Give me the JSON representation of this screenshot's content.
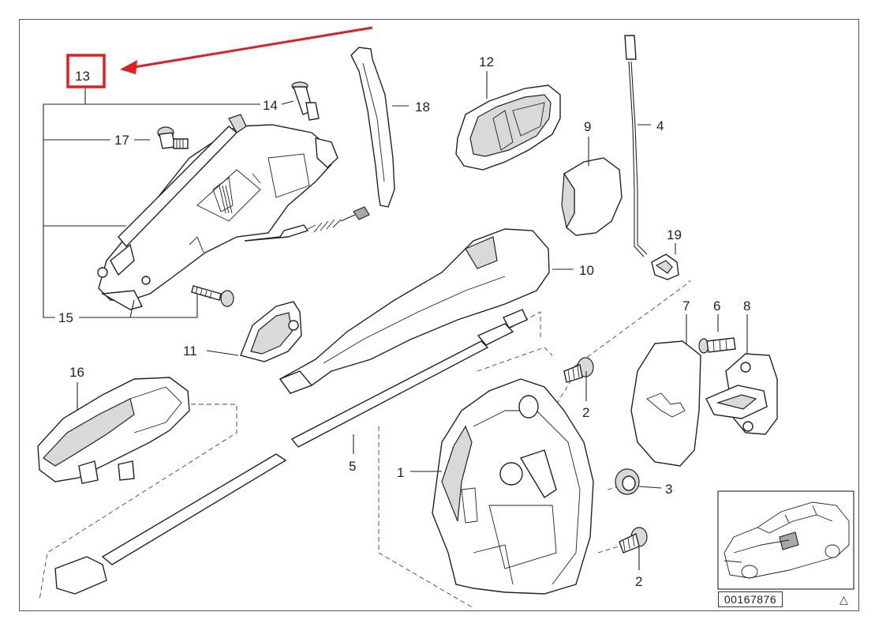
{
  "highlight_color": "#e02020",
  "callouts": [
    {
      "id": "13",
      "label": "13"
    },
    {
      "id": "14",
      "label": "14"
    },
    {
      "id": "17",
      "label": "17"
    },
    {
      "id": "15",
      "label": "15"
    },
    {
      "id": "18",
      "label": "18"
    },
    {
      "id": "12",
      "label": "12"
    },
    {
      "id": "9",
      "label": "9"
    },
    {
      "id": "4",
      "label": "4"
    },
    {
      "id": "19",
      "label": "19"
    },
    {
      "id": "10",
      "label": "10"
    },
    {
      "id": "7",
      "label": "7"
    },
    {
      "id": "6",
      "label": "6"
    },
    {
      "id": "8",
      "label": "8"
    },
    {
      "id": "11",
      "label": "11"
    },
    {
      "id": "16",
      "label": "16"
    },
    {
      "id": "2a",
      "label": "2"
    },
    {
      "id": "5",
      "label": "5"
    },
    {
      "id": "1",
      "label": "1"
    },
    {
      "id": "3",
      "label": "3"
    },
    {
      "id": "2b",
      "label": "2"
    }
  ],
  "reference_number": "00167876",
  "warning_icon": "triangle-icon"
}
